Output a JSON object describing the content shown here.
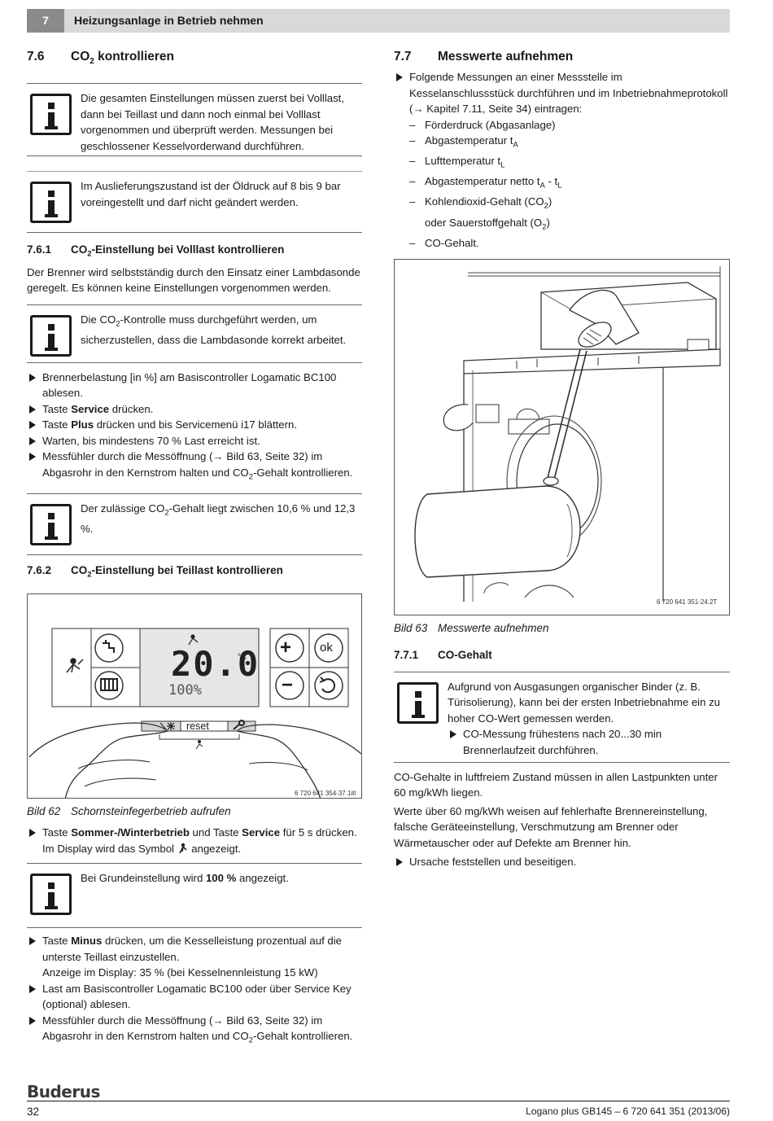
{
  "header": {
    "chapter_num": "7",
    "chapter_title": "Heizungsanlage in Betrieb nehmen"
  },
  "s76": {
    "num": "7.6",
    "title_pre": "CO",
    "title_sub": "2",
    "title_post": " kontrollieren",
    "note1": "Die gesamten Einstellungen müssen zuerst bei Volllast, dann bei Teillast und dann noch einmal bei Volllast vorgenommen und überprüft werden. Messungen bei geschlossener Kesselvorderwand durchführen.",
    "note2": "Im Auslieferungszustand ist der Öldruck auf 8 bis 9 bar voreingestellt und darf nicht geändert werden."
  },
  "s761": {
    "num": "7.6.1",
    "title_pre": "CO",
    "title_sub": "2",
    "title_post": "-Einstellung bei Volllast kontrollieren",
    "intro": "Der Brenner wird selbstständig durch den Einsatz einer Lambdasonde geregelt. Es können keine Einstellungen vorgenommen werden.",
    "note_pre": "Die CO",
    "note_sub": "2",
    "note_post": "-Kontrolle muss durchgeführt werden, um sicherzustellen, dass die Lambdasonde korrekt arbeitet.",
    "step1": "Brennerbelastung [in %] am Basiscontroller Logamatic BC100 ablesen.",
    "step2_pre": "Taste ",
    "step2_bold": "Service",
    "step2_post": " drücken.",
    "step3_pre": "Taste ",
    "step3_bold": "Plus",
    "step3_post": " drücken und bis Servicemenü i17 blättern.",
    "step4": "Warten, bis mindestens 70 % Last erreicht ist.",
    "step5_pre": "Messfühler durch die Messöffnung (→ Bild 63, Seite 32) im Abgasrohr in den Kernstrom halten und CO",
    "step5_sub": "2",
    "step5_post": "-Gehalt kontrollieren.",
    "note2_pre": "Der zulässige CO",
    "note2_sub": "2",
    "note2_post": "-Gehalt liegt zwischen 10,6 % und 12,3 %."
  },
  "s762": {
    "num": "7.6.2",
    "title_pre": "CO",
    "title_sub": "2",
    "title_post": "-Einstellung bei Teillast kontrollieren",
    "fig": {
      "display_value": "20.0",
      "display_unit": "°C",
      "display_percent": "100%",
      "reset_label": "reset",
      "plus": "+",
      "minus": "−",
      "ok": "ok",
      "code": "6 720 641 354-37.1itl"
    },
    "caption_num": "Bild 62",
    "caption_text": "Schornsteinfegerbetrieb aufrufen",
    "step1_pre": "Taste ",
    "step1_bold1": "Sommer-/Winterbetrieb",
    "step1_mid": " und Taste ",
    "step1_bold2": "Service",
    "step1_post": " für 5 s drücken.",
    "step1_line2_pre": "Im Display wird das Symbol ",
    "step1_line2_post": " angezeigt.",
    "note_pre": "Bei Grundeinstellung wird ",
    "note_bold": "100 %",
    "note_post": " angezeigt.",
    "step2_pre": "Taste ",
    "step2_bold": "Minus",
    "step2_post": " drücken, um die Kesselleistung prozentual auf die unterste Teillast einzustellen.",
    "step2_line2": "Anzeige im Display: 35 % (bei Kesselnennleistung 15 kW)",
    "step3": "Last am Basiscontroller Logamatic BC100 oder über Service Key (optional) ablesen.",
    "step4_pre": "Messfühler durch die Messöffnung (→ Bild 63, Seite 32) im Abgasrohr in den Kernstrom halten und CO",
    "step4_sub": "2",
    "step4_post": "-Gehalt kontrollieren."
  },
  "s77": {
    "num": "7.7",
    "title": "Messwerte aufnehmen",
    "step1": "Folgende Messungen an einer Messstelle im Kesselanschlussstück durchführen und im Inbetriebnahmeprotokoll (→ Kapitel 7.11, Seite 34) eintragen:",
    "d1": "Förderdruck (Abgasanlage)",
    "d2_pre": "Abgastemperatur t",
    "d2_sub": "A",
    "d3_pre": "Lufttemperatur t",
    "d3_sub": "L",
    "d4_pre": "Abgastemperatur netto t",
    "d4_sub1": "A",
    "d4_mid": " - t",
    "d4_sub2": "L",
    "d5_pre": "Kohlendioxid-Gehalt (CO",
    "d5_sub": "2",
    "d5_post": ")",
    "d5b_pre": "oder Sauerstoffgehalt (O",
    "d5b_sub": "2",
    "d5b_post": ")",
    "d6": "CO-Gehalt.",
    "fig_code": "6 720 641 351-24.2T",
    "caption_num": "Bild 63",
    "caption_text": "Messwerte aufnehmen"
  },
  "s771": {
    "num": "7.7.1",
    "title": "CO-Gehalt",
    "note": "Aufgrund von Ausgasungen organischer Binder (z. B. Türisolierung), kann bei der ersten Inbetriebnahme ein zu hoher CO-Wert gemessen werden.",
    "note_sub": "CO-Messung frühestens nach 20...30 min Brennerlaufzeit durchführen.",
    "p1": "CO-Gehalte in luftfreiem Zustand müssen in allen Lastpunkten unter 60 mg/kWh liegen.",
    "p2": "Werte über 60 mg/kWh weisen auf fehlerhafte Brennereinstellung, falsche Geräteeinstellung, Verschmutzung am Brenner oder Wärmetauscher oder auf Defekte am Brenner hin.",
    "step1": "Ursache feststellen und beseitigen."
  },
  "footer": {
    "brand": "Buderus",
    "page": "32",
    "doc": "Logano plus GB145 – 6 720 641 351 (2013/06)"
  }
}
